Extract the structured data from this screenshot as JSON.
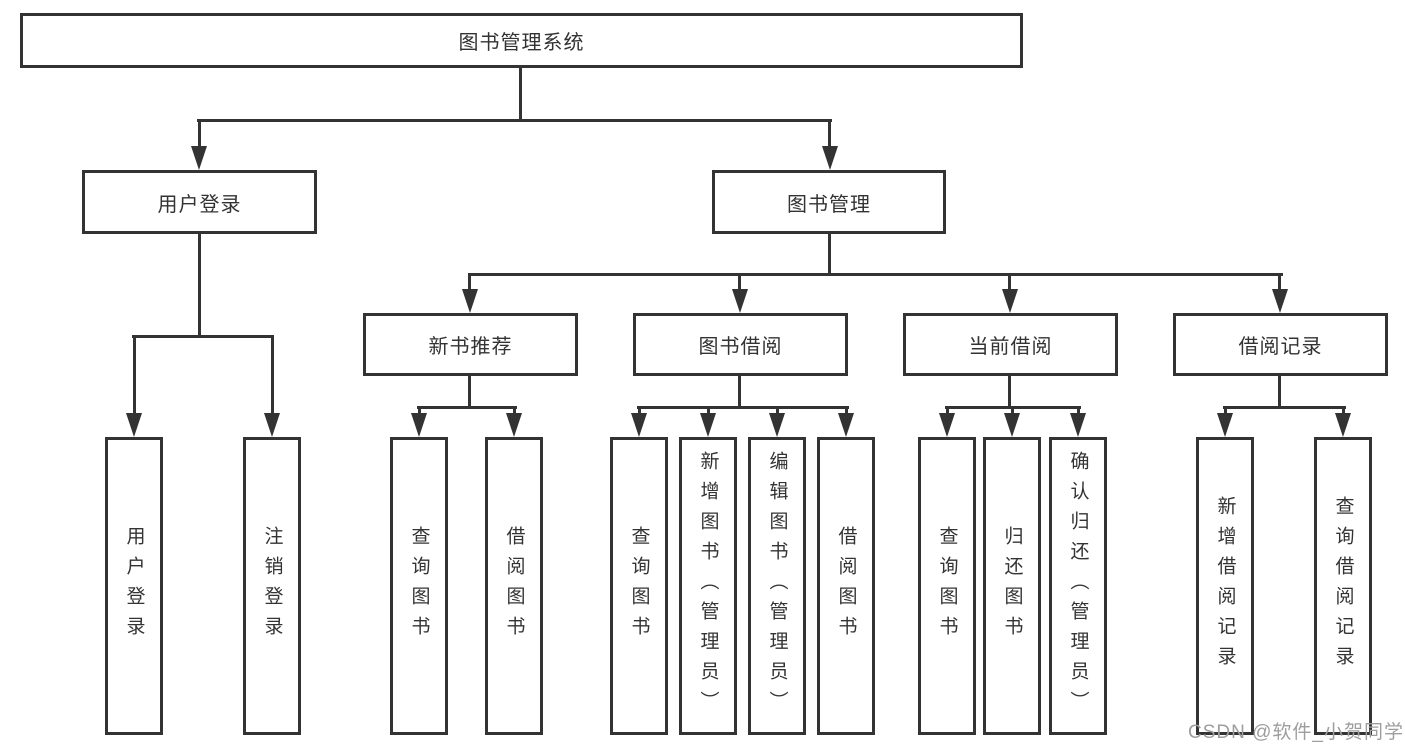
{
  "root": {
    "label": "图书管理系统"
  },
  "level2": [
    {
      "label": "用户登录",
      "children": [
        {
          "label": "用户登录"
        },
        {
          "label": "注销登录"
        }
      ]
    },
    {
      "label": "图书管理",
      "children": [
        {
          "label": "新书推荐",
          "children": [
            {
              "label": "查询图书"
            },
            {
              "label": "借阅图书"
            }
          ]
        },
        {
          "label": "图书借阅",
          "children": [
            {
              "label": "查询图书"
            },
            {
              "label": "新增图书（管理员）"
            },
            {
              "label": "编辑图书（管理员）"
            },
            {
              "label": "借阅图书"
            }
          ]
        },
        {
          "label": "当前借阅",
          "children": [
            {
              "label": "查询图书"
            },
            {
              "label": "归还图书"
            },
            {
              "label": "确认归还（管理员）"
            }
          ]
        },
        {
          "label": "借阅记录",
          "children": [
            {
              "label": "新增借阅记录"
            },
            {
              "label": "查询借阅记录"
            }
          ]
        }
      ]
    }
  ],
  "watermark": "CSDN @软件_小贺同学",
  "colors": {
    "line": "#333333",
    "text": "#333333",
    "box_border": "#333333",
    "watermark": "#9e9e9e",
    "background": "#ffffff"
  }
}
